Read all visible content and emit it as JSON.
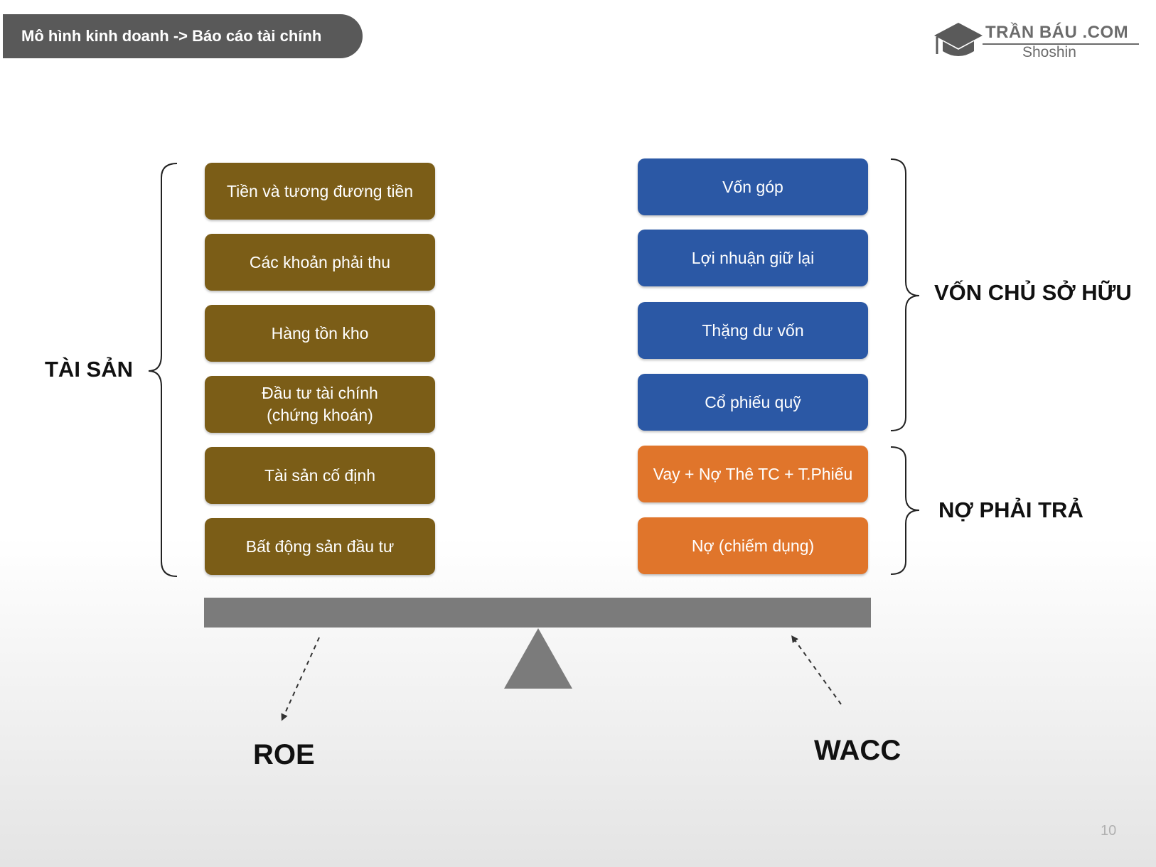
{
  "header": {
    "title": "Mô hình kinh doanh -> Báo cáo tài chính"
  },
  "logo": {
    "name": "TRẦN BÁU .COM",
    "sub": "Shoshin"
  },
  "assets": {
    "label": "TÀI SẢN",
    "items": [
      "Tiền và tương đương tiền",
      "Các khoản phải thu",
      "Hàng tồn kho",
      "Đầu tư tài chính\n(chứng khoán)",
      "Tài sản cố định",
      "Bất động sản đầu tư"
    ]
  },
  "equity": {
    "label": "VỐN CHỦ SỞ HỮU",
    "items": [
      "Vốn góp",
      "Lợi nhuận giữ lại",
      "Thặng dư vốn",
      "Cổ phiếu quỹ"
    ]
  },
  "liabilities": {
    "label": "NỢ PHẢI TRẢ",
    "items": [
      "Vay + Nợ Thê TC + T.Phiếu",
      "Nợ (chiếm dụng)"
    ]
  },
  "metrics": {
    "left": "ROE",
    "right": "WACC"
  },
  "page_number": "10",
  "colors": {
    "asset": "#7b5d17",
    "equity": "#2b58a5",
    "liability": "#e0752b",
    "header": "#595959",
    "scale": "#7b7b7b"
  }
}
